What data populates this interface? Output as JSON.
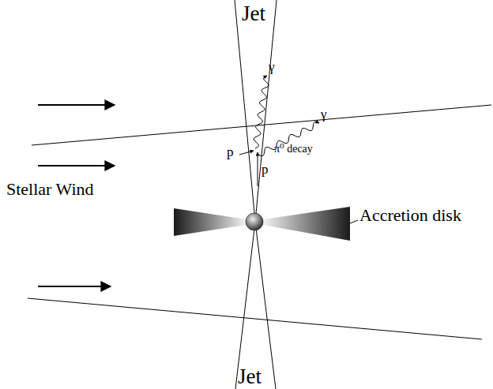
{
  "diagram": {
    "labels": [
      "Jet",
      "Stellar Wind",
      "Accretion disk",
      "p",
      "p",
      "π⁰ decay",
      "γ",
      "γ",
      "Jet"
    ]
  }
}
